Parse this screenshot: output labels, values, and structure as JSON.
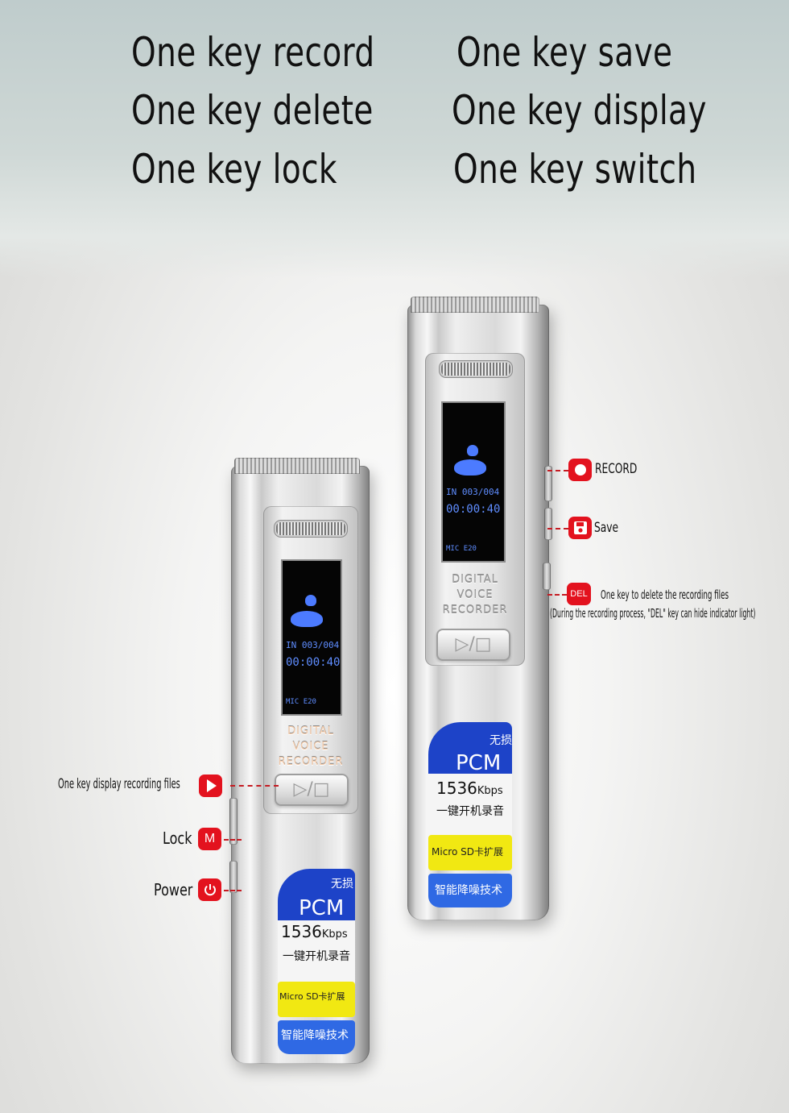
{
  "headlines": {
    "record": "One key record",
    "save": "One key save",
    "delete": "One key delete",
    "display": "One key display",
    "lock": "One key lock",
    "switch": "One key switch"
  },
  "callouts": {
    "record": "RECORD",
    "save": "Save",
    "delete_icon": "DEL",
    "delete_line1": "One key to delete the recording files",
    "delete_line2": "(During the recording process, \"DEL\" key can hide indicator light)",
    "display": "One key display recording files",
    "lock_icon": "M",
    "lock": "Lock",
    "power": "Power"
  },
  "device": {
    "label_line1": "DIGITAL",
    "label_line2": "VOICE",
    "label_line3": "RECORDER",
    "play_key": "▷/□",
    "lcd_counter": "003/004",
    "lcd_time": "00:00:40",
    "lcd_mic": "MIC",
    "lcd_mic_value": "E20",
    "lcd_in": "IN",
    "sticker_small": "无损",
    "sticker_pcm": "PCM",
    "sticker_rate": "1536",
    "sticker_rate_unit": "Kbps",
    "sticker_line1": "一键开机录音",
    "sticker_line2": "Micro SD卡扩展",
    "sticker_line3": "智能降噪技术"
  },
  "colors": {
    "accent_red": "#e3121e",
    "sticker_blue": "#1d43c8",
    "sticker_yellow": "#f1e812",
    "lcd_blue": "#5f8dff"
  }
}
